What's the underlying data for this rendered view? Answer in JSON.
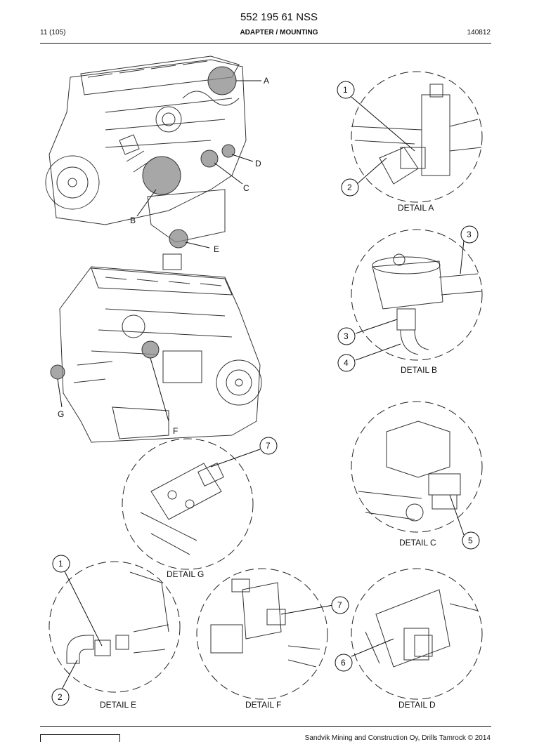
{
  "header": {
    "title": "552 195 61 NSS",
    "page": "11 (105)",
    "section": "ADAPTER / MOUNTING",
    "code": "140812"
  },
  "callouts": {
    "engine1": [
      "A",
      "D",
      "C",
      "B",
      "E"
    ],
    "engine2": [
      "G",
      "F"
    ]
  },
  "details": {
    "a": {
      "label": "DETAIL A",
      "items": [
        "1",
        "2"
      ]
    },
    "b": {
      "label": "DETAIL B",
      "items": [
        "3",
        "3",
        "4"
      ]
    },
    "c": {
      "label": "DETAIL C",
      "items": [
        "5"
      ]
    },
    "g": {
      "label": "DETAIL G",
      "items": [
        "7"
      ]
    },
    "e": {
      "label": "DETAIL E",
      "items": [
        "1",
        "2"
      ]
    },
    "f": {
      "label": "DETAIL F",
      "items": [
        "7"
      ]
    },
    "d": {
      "label": "DETAIL D",
      "items": [
        "6"
      ]
    }
  },
  "footer": {
    "copyright": "Sandvik Mining and Construction Oy, Drills Tamrock © 2014"
  },
  "colors": {
    "ink": "#111111",
    "highlight": "#8a8a8a"
  }
}
